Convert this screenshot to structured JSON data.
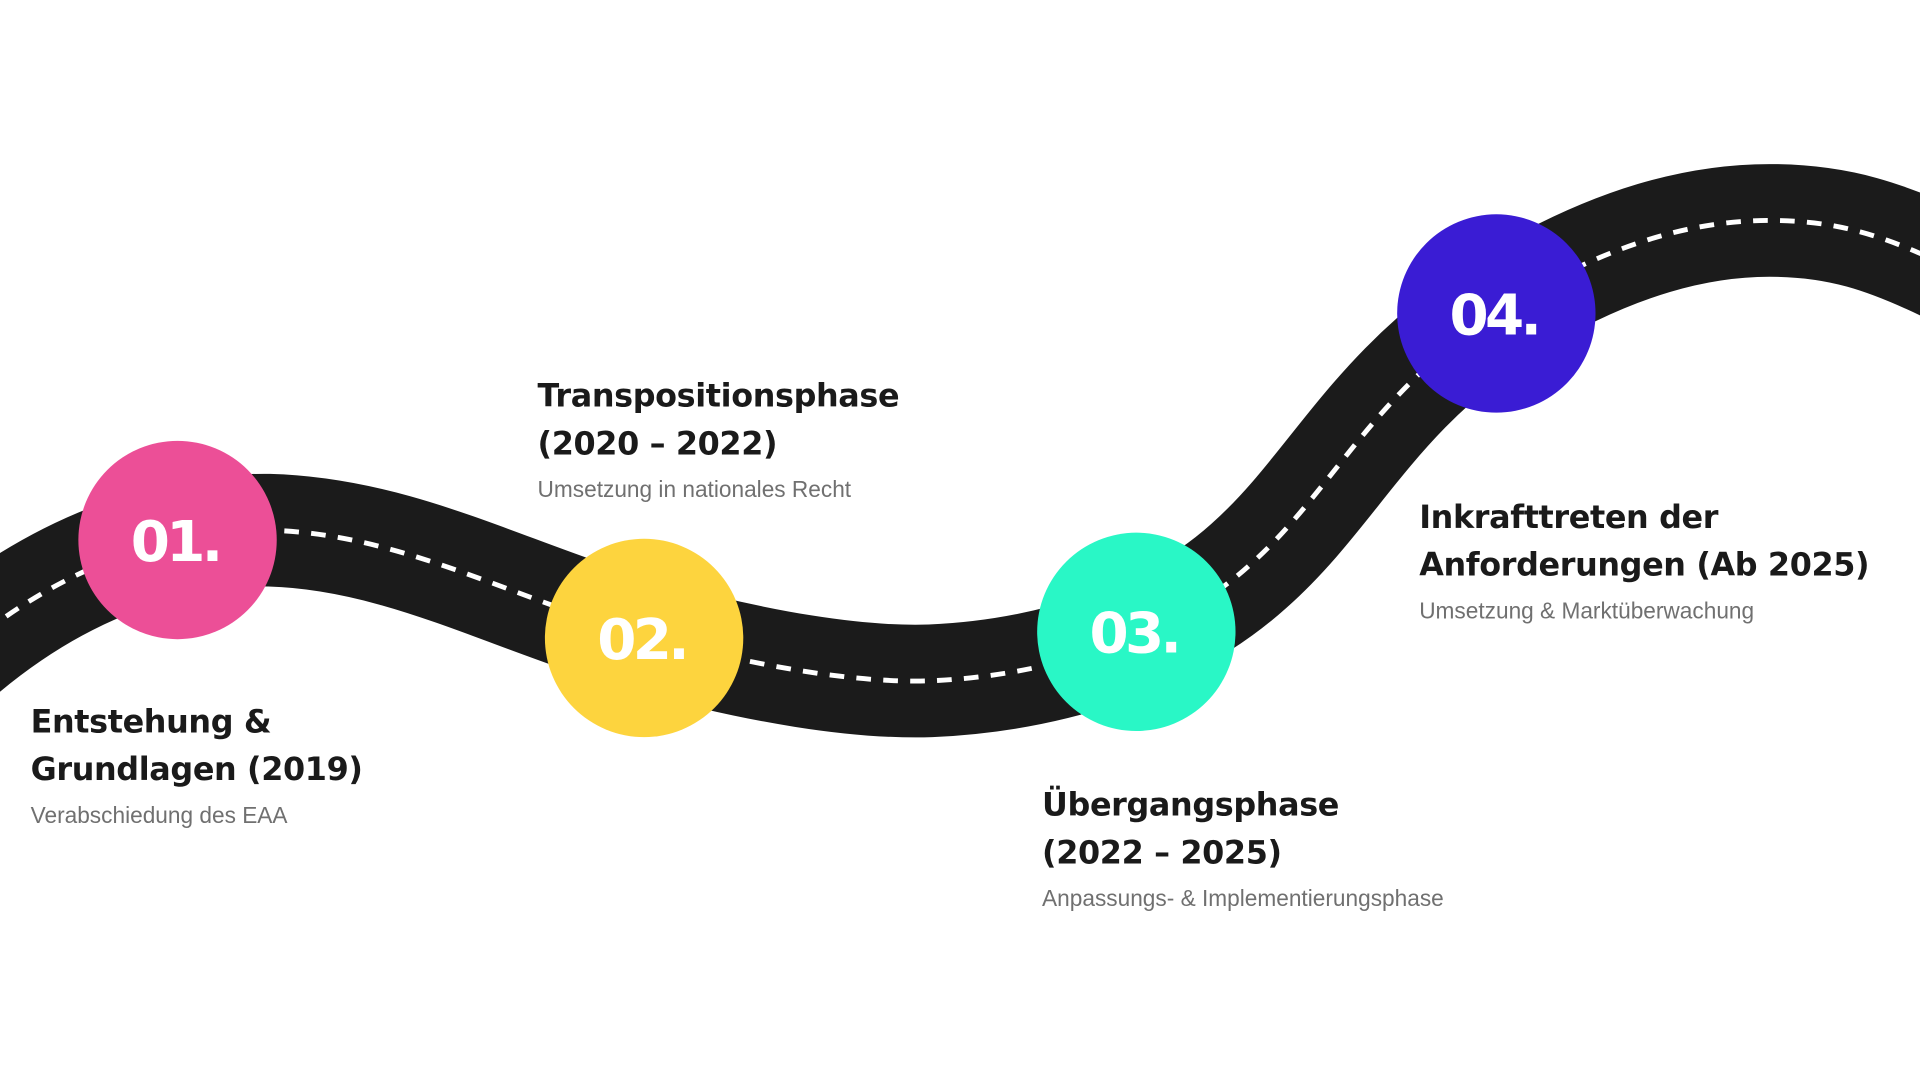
{
  "colors": {
    "road": "#1b1b1b",
    "dash": "#ffffff",
    "step1": "#ec4f97",
    "step2": "#fdd43e",
    "step3": "#29f7c6",
    "step4": "#3a1cd4"
  },
  "milestones": [
    {
      "number": "01.",
      "title_line1": "Entstehung &",
      "title_line2": "Grundlagen (2019)",
      "subtitle": "Verabschiedung des EAA"
    },
    {
      "number": "02.",
      "title_line1": "Transpositionsphase",
      "title_line2": "(2020 – 2022)",
      "subtitle": "Umsetzung in nationales Recht"
    },
    {
      "number": "03.",
      "title_line1": "Übergangsphase",
      "title_line2": "(2022 – 2025)",
      "subtitle": "Anpassungs- & Implementierungsphase"
    },
    {
      "number": "04.",
      "title_line1": "Inkrafttreten der",
      "title_line2": "Anforderungen (Ab 2025)",
      "subtitle": "Umsetzung & Marktüberwachung"
    }
  ]
}
